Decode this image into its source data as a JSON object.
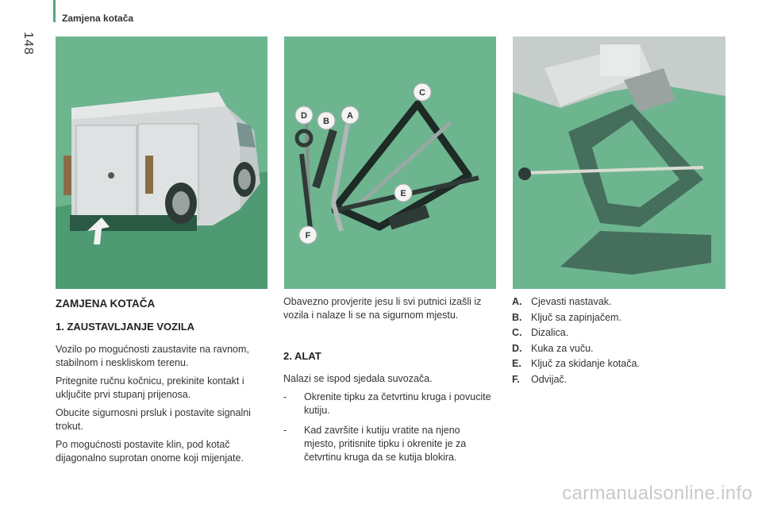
{
  "header": {
    "title": "Zamjena kotača",
    "page_number": "148"
  },
  "figures": {
    "tools_labels": [
      "A",
      "B",
      "C",
      "D",
      "E",
      "F"
    ]
  },
  "section": {
    "title": "ZAMJENA KOTAČA",
    "sub1": {
      "title": "1. ZAUSTAVLJANJE VOZILA",
      "paragraphs": [
        "Vozilo po mogućnosti zaustavite na ravnom, stabilnom i neskliskom terenu.",
        "Pritegnite ručnu kočnicu, prekinite kontakt i uključite prvi stupanj prijenosa.",
        "Obucite sigurnosni prsluk i postavite signalni trokut.",
        "Po mogućnosti postavite klin, pod kotač dijagonalno suprotan onome koji mijenjate."
      ]
    },
    "warning": "Obavezno provjerite jesu li svi putnici izašli iz vozila i nalaze li se na sigurnom mjestu.",
    "sub2": {
      "title": "2. ALAT",
      "intro": "Nalazi se ispod sjedala suvozača.",
      "bullets": [
        "Okrenite tipku za četvrtinu kruga i povucite kutiju.",
        "Kad završite i kutiju vratite na njeno mjesto, pritisnite tipku i okrenite je za četvrtinu kruga da se kutija blokira."
      ]
    },
    "legend": [
      {
        "letter": "A.",
        "text": "Cjevasti nastavak."
      },
      {
        "letter": "B.",
        "text": "Ključ sa zapinjačem."
      },
      {
        "letter": "C.",
        "text": "Dizalica."
      },
      {
        "letter": "D.",
        "text": "Kuka za vuču."
      },
      {
        "letter": "E.",
        "text": "Ključ za skidanje kotača."
      },
      {
        "letter": "F.",
        "text": "Odvijač."
      }
    ]
  },
  "watermark": "carmanualsonline.info",
  "colors": {
    "panel_bg": "#6db58f",
    "accent": "#5aa57d"
  }
}
